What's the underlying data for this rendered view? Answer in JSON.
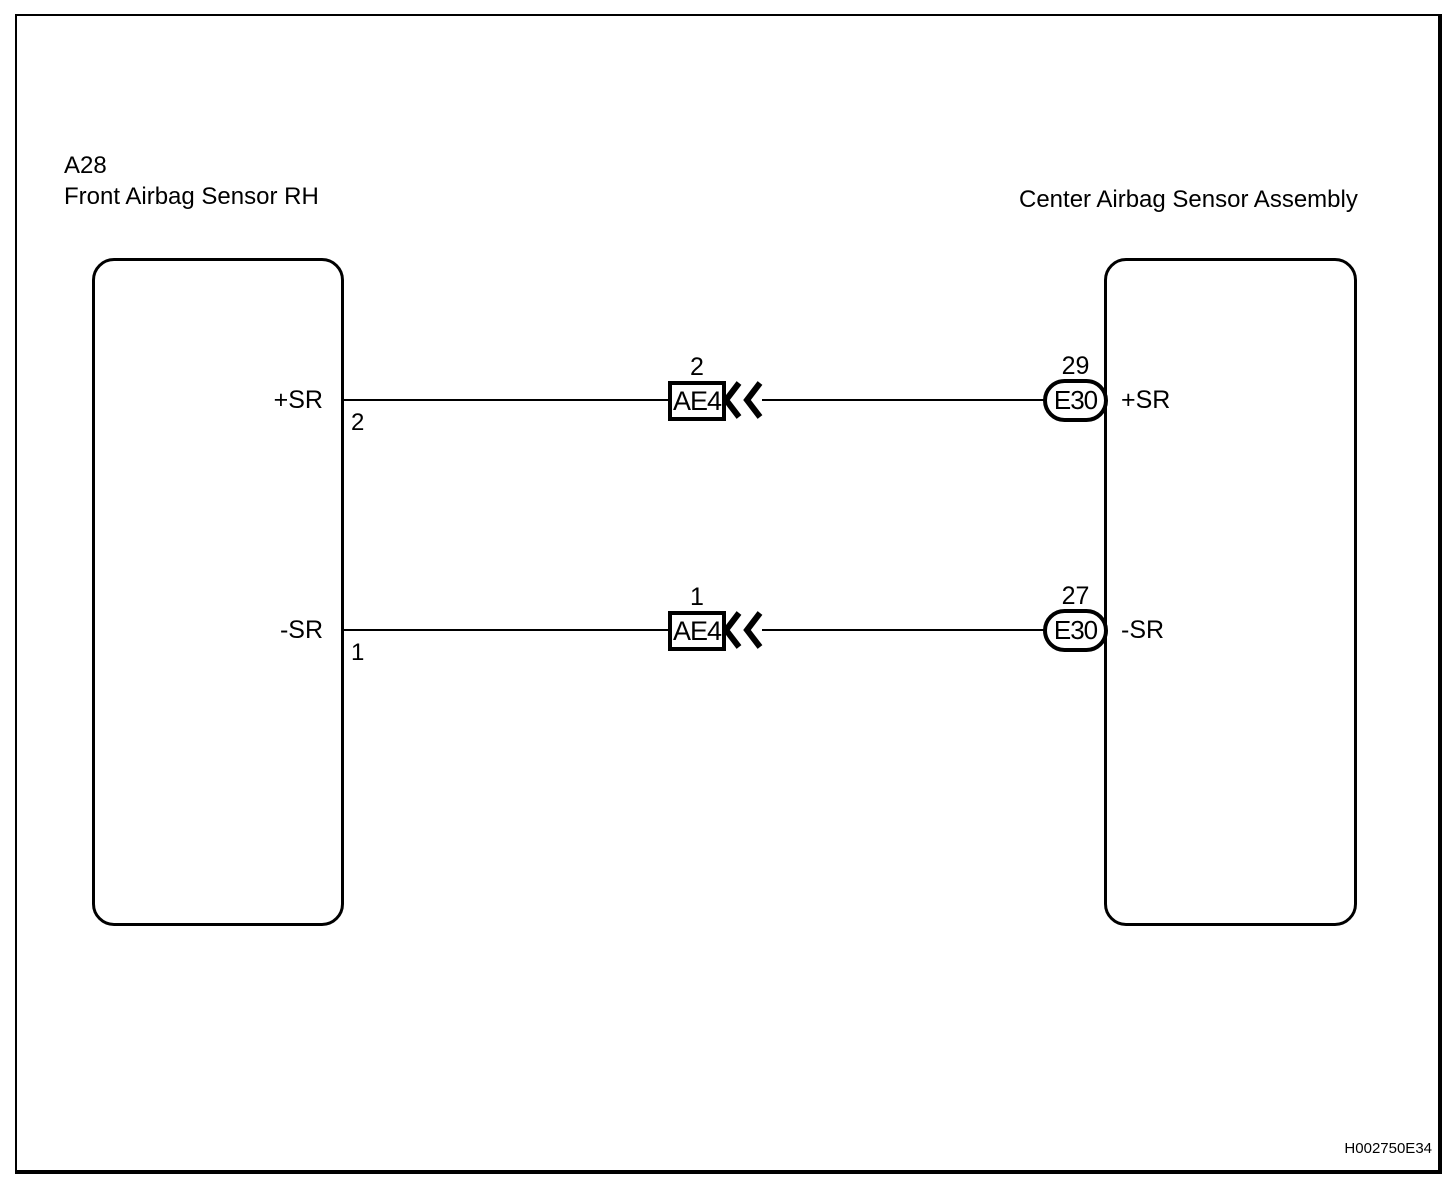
{
  "diagram": {
    "left_component": {
      "code": "A28",
      "name": "Front Airbag Sensor RH"
    },
    "right_component": {
      "name": "Center Airbag Sensor Assembly"
    },
    "wires": [
      {
        "left_pin_label": "+SR",
        "left_pin_number": "2",
        "connector_label": "AE4",
        "connector_pin_number": "2",
        "right_connector_label": "E30",
        "right_pin_number": "29",
        "right_pin_label": "+SR"
      },
      {
        "left_pin_label": "-SR",
        "left_pin_number": "1",
        "connector_label": "AE4",
        "connector_pin_number": "1",
        "right_connector_label": "E30",
        "right_pin_number": "27",
        "right_pin_label": "-SR"
      }
    ],
    "figure_id": "H002750E34",
    "colors": {
      "line": "#000000",
      "background": "#ffffff"
    }
  }
}
